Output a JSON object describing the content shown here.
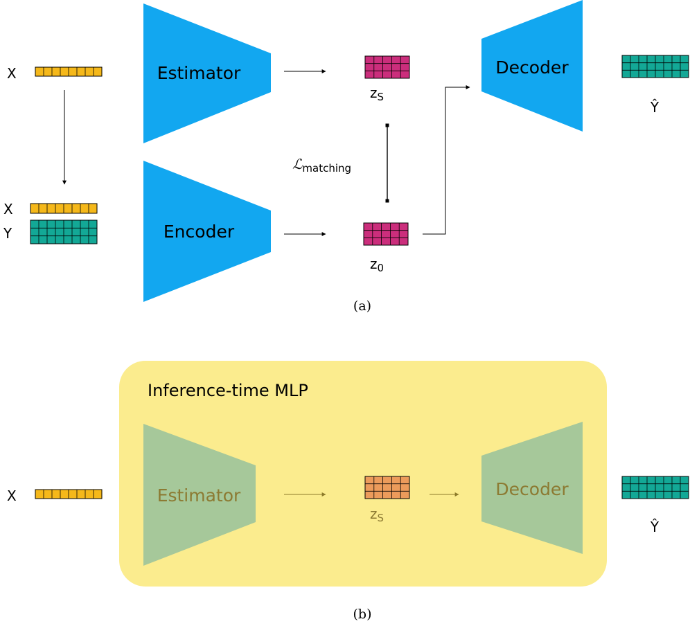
{
  "colors": {
    "module_blue": "#12A7F0",
    "module_green_faded": "#A6C89A",
    "panel_yellow": "#FBEC8E",
    "input_orange": "#F5B81A",
    "target_teal": "#13A896",
    "latent_magenta": "#CB2E7C",
    "latent_orange_faded": "#EC9B5B",
    "faded_text": "#8C7A32",
    "faded_arrow": "#8C7A2A"
  },
  "part_a": {
    "caption": "(a)",
    "input_x": "X",
    "train_x": "X",
    "train_y": "Y",
    "estimator": "Estimator",
    "encoder": "Encoder",
    "decoder": "Decoder",
    "z_s": {
      "base": "z",
      "sub": "S"
    },
    "z_0": {
      "base": "z",
      "sub": "0"
    },
    "loss": {
      "symbol": "ℒ",
      "sub": "matching"
    },
    "output": "Ŷ"
  },
  "part_b": {
    "caption": "(b)",
    "panel_title": "Inference-time MLP",
    "input_x": "X",
    "estimator": "Estimator",
    "decoder": "Decoder",
    "z_s": {
      "base": "z",
      "sub": "S"
    },
    "output": "Ŷ"
  }
}
